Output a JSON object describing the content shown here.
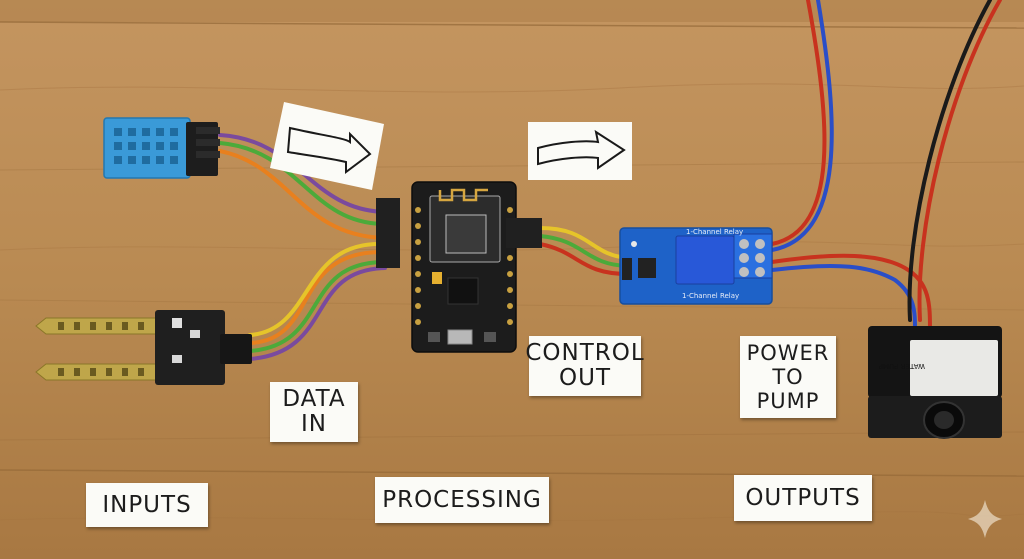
{
  "scene": {
    "background": "wooden table",
    "wood_color": "#b98a52",
    "wire_colors": {
      "orange": "#e8801e",
      "green": "#4caa3a",
      "purple": "#7a4a9e",
      "yellow": "#e6c42a",
      "red": "#c8321e",
      "blue": "#2a4ec8",
      "black": "#1a1a1a"
    }
  },
  "labels": {
    "data_in": [
      "DATA",
      "IN"
    ],
    "control_out": [
      "CONTROL",
      "OUT"
    ],
    "power_to_pump": [
      "POWER",
      "TO",
      "PUMP"
    ],
    "inputs": "INPUTS",
    "processing": "PROCESSING",
    "outputs": "OUTPUTS"
  },
  "relay_module": {
    "title": "1-Channel Relay",
    "bottom_text": "1-Channel Relay"
  },
  "pump": {
    "title": "WATER PUMP"
  }
}
